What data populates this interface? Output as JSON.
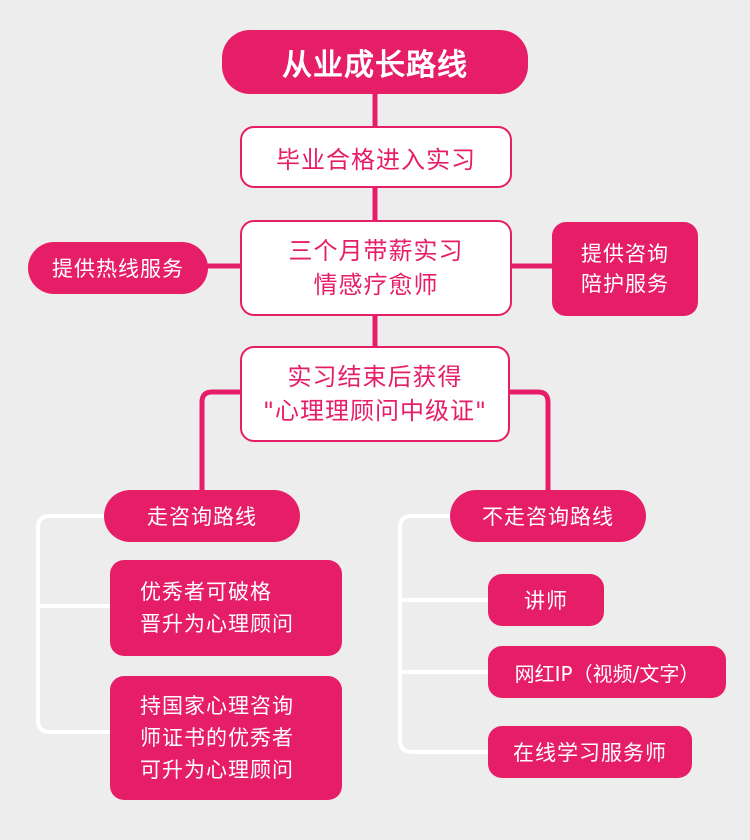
{
  "title": "从业成长路线",
  "steps": {
    "graduate": "毕业合格进入实习",
    "internship": "三个月带薪实习\n情感疗愈师",
    "certificate": "实习结束后获得\n\"心理理顾问中级证\""
  },
  "side_services": {
    "left": "提供热线服务",
    "right": "提供咨询\n陪护服务"
  },
  "branches": {
    "consult": {
      "label": "走咨询路线",
      "items": [
        "优秀者可破格\n晋升为心理顾问",
        "持国家心理咨询\n师证书的优秀者\n可升为心理顾问"
      ]
    },
    "non_consult": {
      "label": "不走咨询路线",
      "items": [
        "讲师",
        "网红IP（视频/文字）",
        "在线学习服务师"
      ]
    }
  },
  "colors": {
    "accent": "#e61e67",
    "background": "#ededed",
    "connector_light": "#ffffff"
  }
}
